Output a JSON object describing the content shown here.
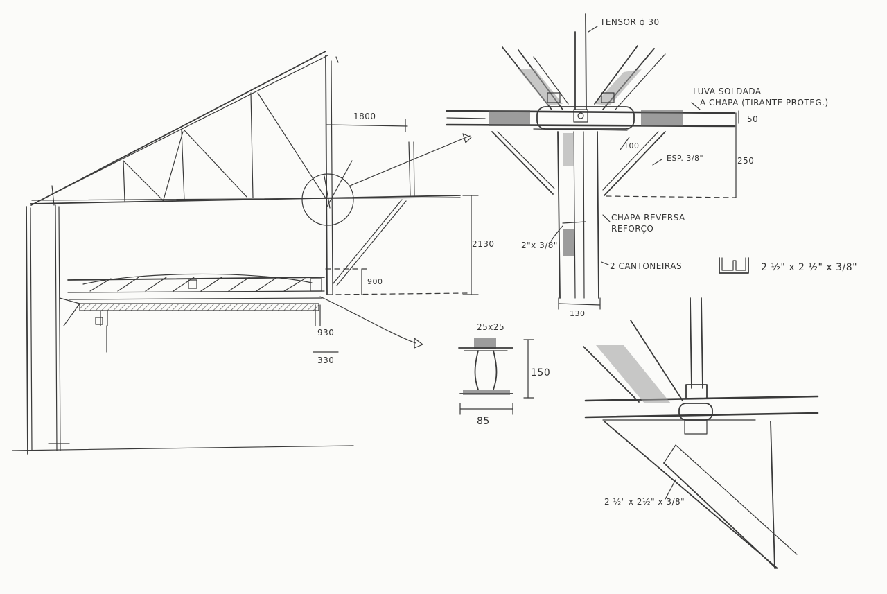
{
  "labels": {
    "tensor": "TENSOR ϕ 30",
    "weld_1": "LUVA SOLDADA",
    "weld_2": "A CHAPA (TIRANTE PROTEG.)",
    "dim_50": "50",
    "dim_100": "100",
    "esp": "ESP. 3/8\"",
    "dim_250": "250",
    "chapa_1": "CHAPA REVERSA",
    "chapa_2": "REFORÇO",
    "plate_2x38": "2\"x 3/8\"",
    "angles": "2 CANTONEIRAS",
    "angle_size": "2 ½\" x 2 ½\" x 3/8\"",
    "dim_130": "130",
    "dim_1800": "1800",
    "dim_2130": "2130",
    "dim_900": "900",
    "dim_930": "930",
    "dim_330": "330",
    "rail_top": "25x25",
    "dim_150": "150",
    "dim_85": "85",
    "angle_size_2": "2 ½\" x 2½\" x 3/8\""
  }
}
